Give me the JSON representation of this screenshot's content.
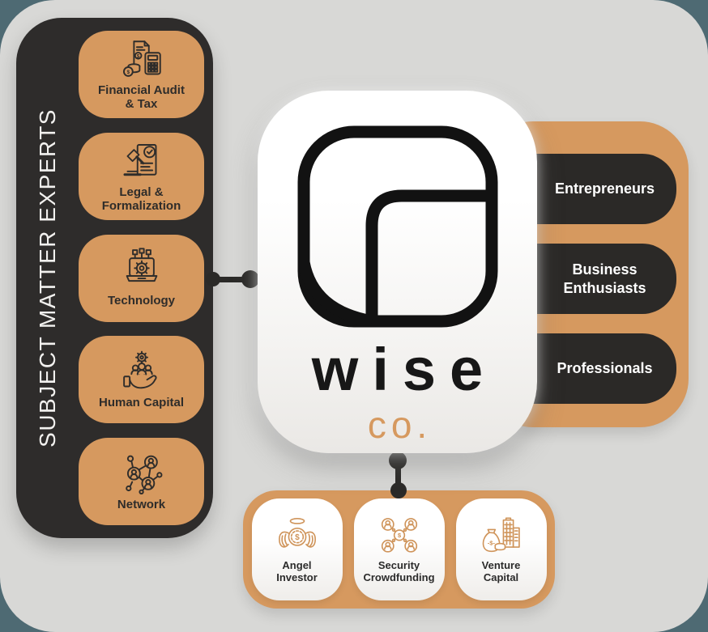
{
  "colors": {
    "accent_tan": "#d6995f",
    "panel_dark": "#2e2c2b",
    "bg_outer_teal": "#4e6a73",
    "bg_sheet_gray": "#d8d8d6",
    "icon_line_tan": "#cf945a",
    "pill_text": "#ffffff"
  },
  "left_panel": {
    "title": "SUBJECT MATTER EXPERTS",
    "items": [
      {
        "label": "Financial Audit\n& Tax",
        "icon": "financial-audit-tax-icon"
      },
      {
        "label": "Legal &\nFormalization",
        "icon": "legal-formalization-icon"
      },
      {
        "label": "Technology",
        "icon": "technology-icon"
      },
      {
        "label": "Human Capital",
        "icon": "human-capital-icon"
      },
      {
        "label": "Network",
        "icon": "network-icon"
      }
    ]
  },
  "center_card": {
    "logo": "wise-folded-page-logo",
    "brand": "wise",
    "suffix": "co."
  },
  "right_panel": {
    "items": [
      {
        "label": "Entrepreneurs"
      },
      {
        "label": "Business\nEnthusiasts"
      },
      {
        "label": "Professionals"
      }
    ]
  },
  "bottom_panel": {
    "items": [
      {
        "label": "Angel\nInvestor",
        "icon": "angel-investor-icon"
      },
      {
        "label": "Security\nCrowdfunding",
        "icon": "security-crowdfunding-icon"
      },
      {
        "label": "Venture\nCapital",
        "icon": "venture-capital-icon"
      }
    ]
  }
}
